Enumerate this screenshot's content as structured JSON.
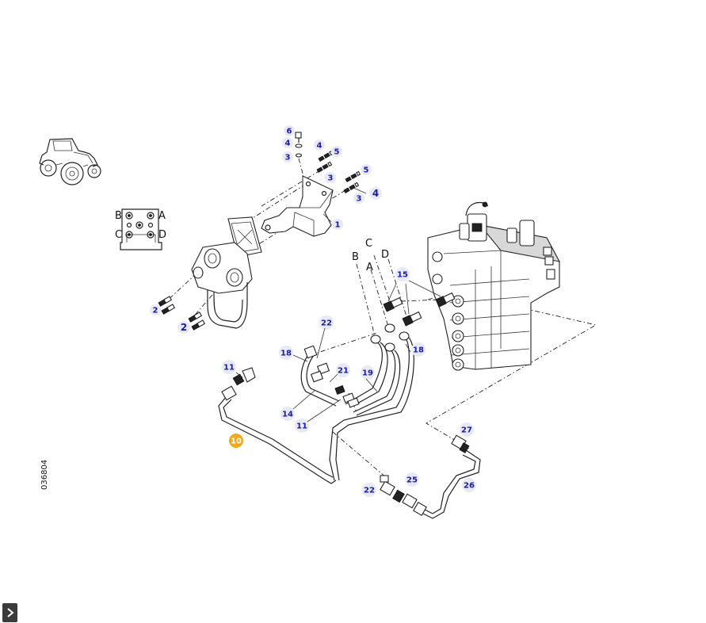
{
  "drawing": {
    "reference_number": "036804",
    "highlighted_callout": "10",
    "callouts": [
      "6",
      "4",
      "3",
      "4",
      "5",
      "3",
      "5",
      "4",
      "3",
      "1",
      "2",
      "2",
      "15",
      "22",
      "18",
      "18",
      "11",
      "21",
      "19",
      "14",
      "11",
      "10",
      "27",
      "25",
      "22",
      "26"
    ],
    "port_diagram_letters": [
      "B",
      "A",
      "C",
      "D"
    ],
    "hose_port_letters": [
      "B",
      "A",
      "C",
      "D"
    ]
  },
  "nav": {
    "toggle_icon": "chevron-right-icon"
  }
}
